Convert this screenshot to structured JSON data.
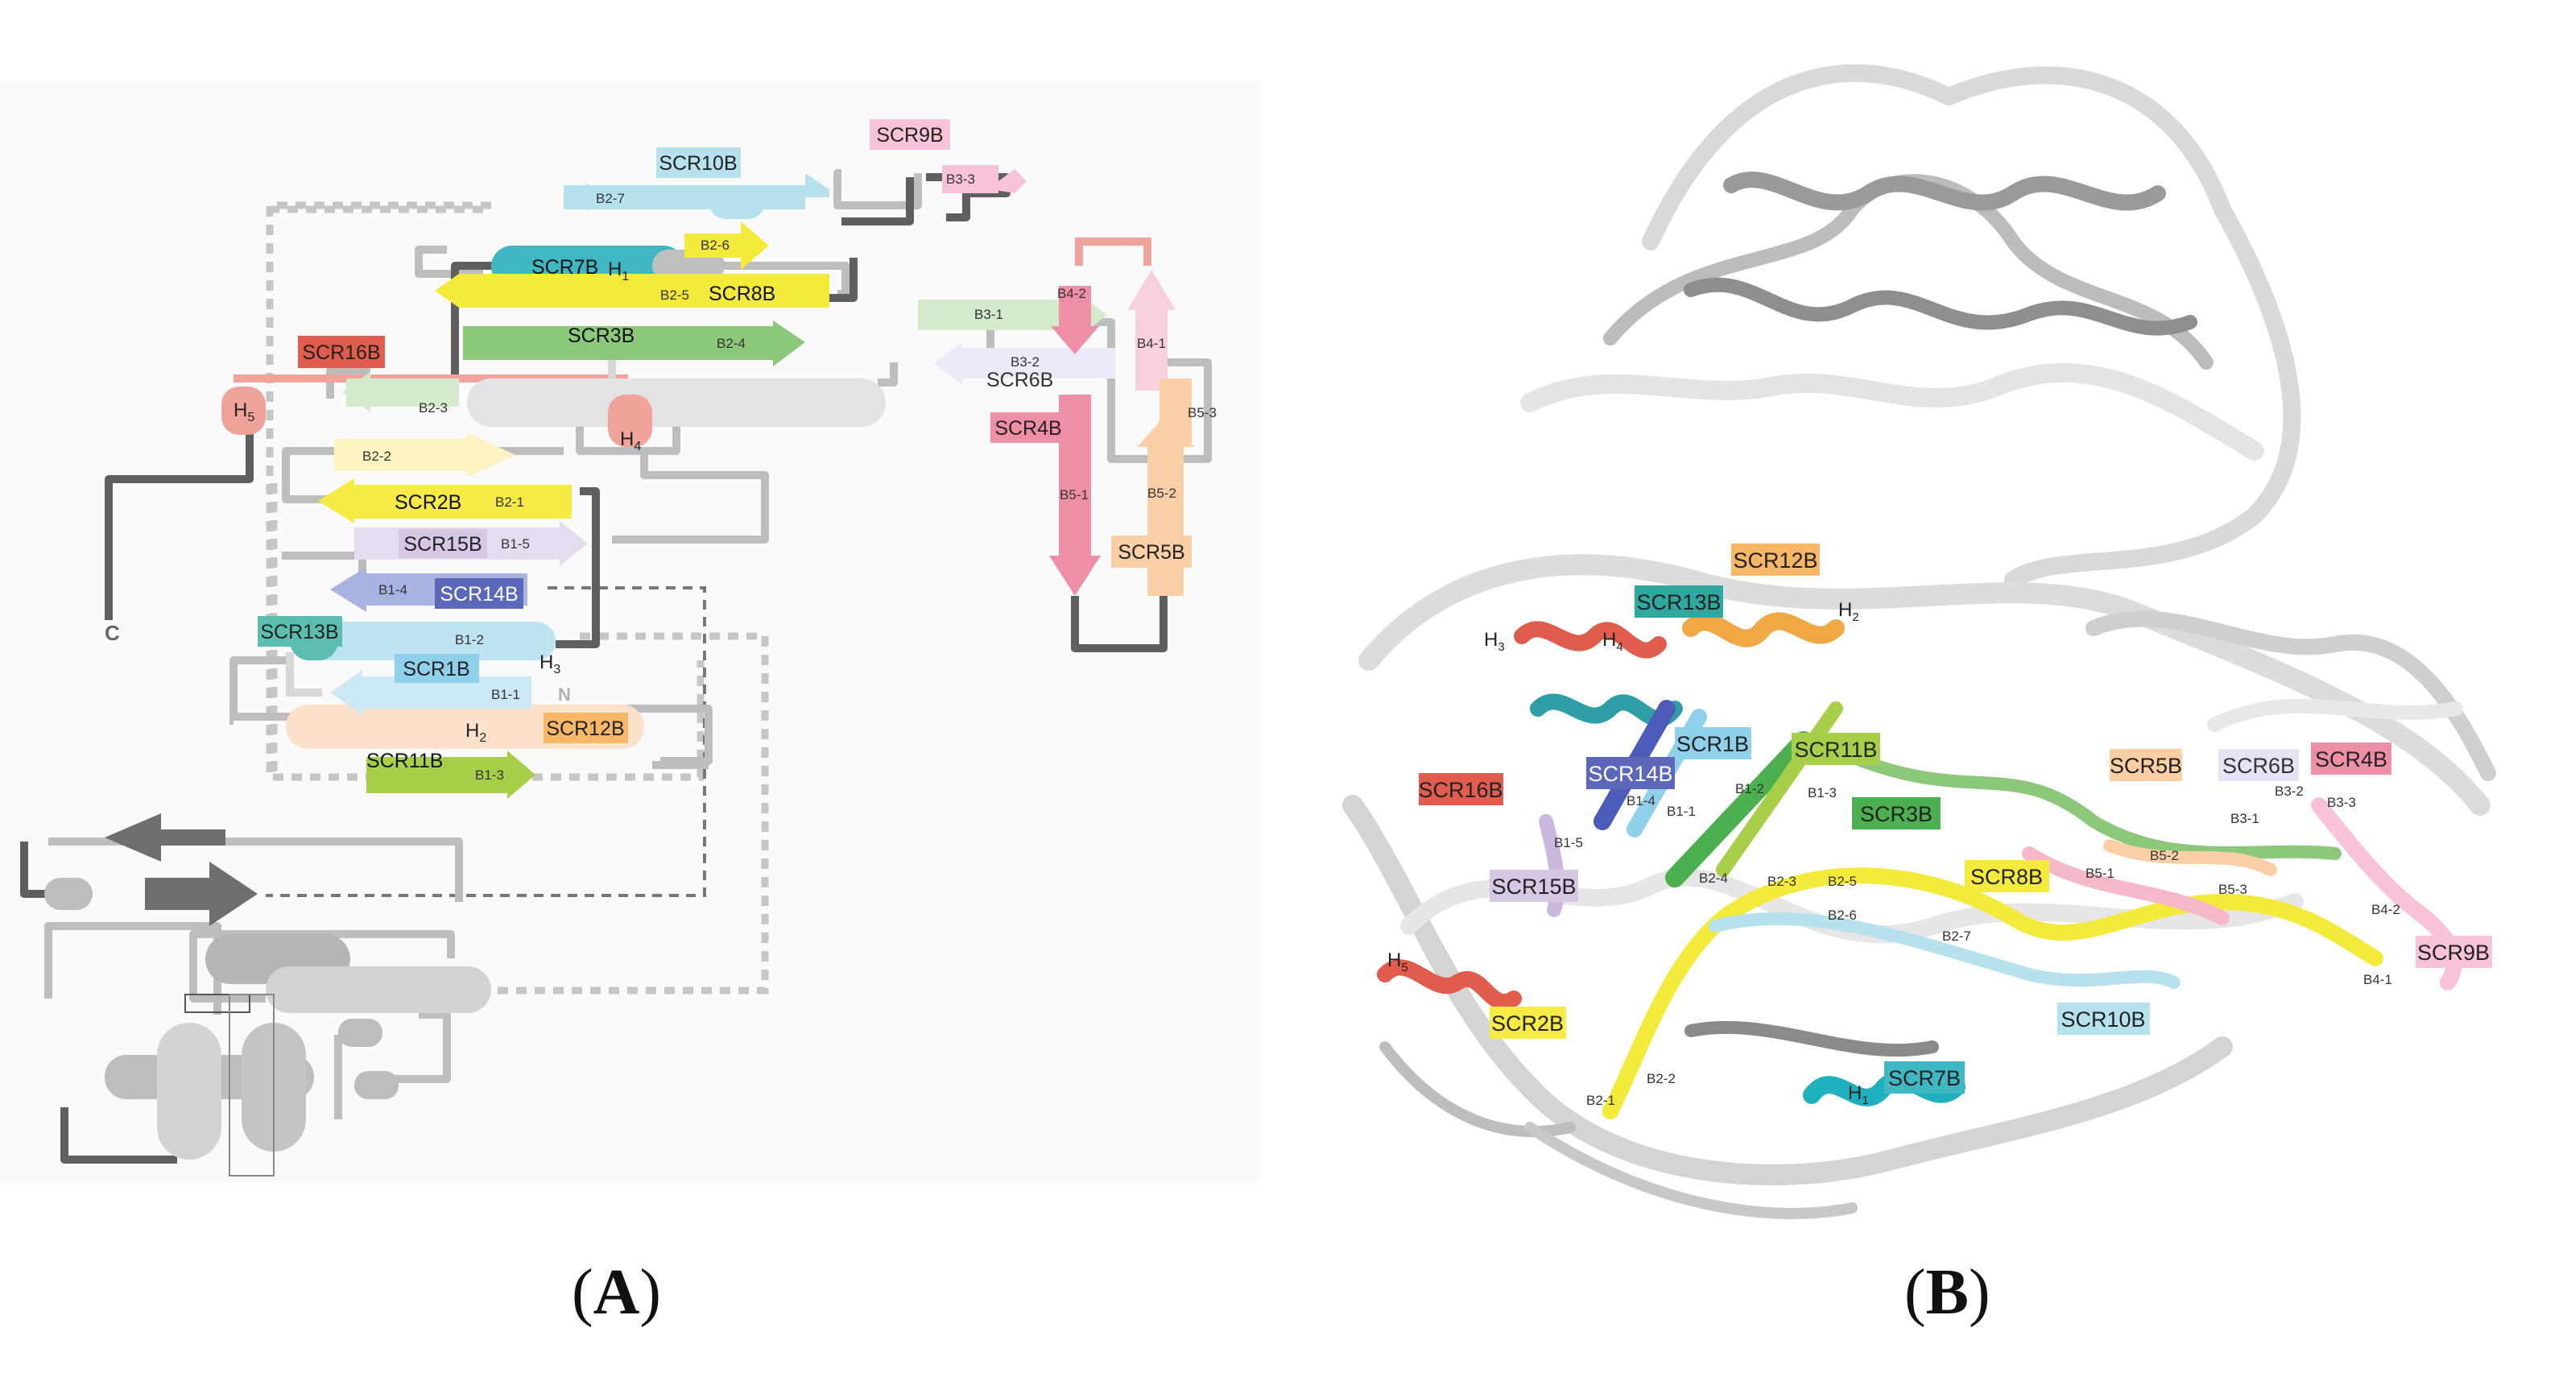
{
  "panels": {
    "a": {
      "caption_open": "(",
      "caption_letter": "A",
      "caption_close": ")",
      "ends": {
        "c_term": "C",
        "n_term": "N"
      },
      "scr_labels": {
        "scr1b": "SCR1B",
        "scr2b": "SCR2B",
        "scr3b": "SCR3B",
        "scr4b": "SCR4B",
        "scr5b": "SCR5B",
        "scr6b": "SCR6B",
        "scr7b": "SCR7B",
        "scr8b": "SCR8B",
        "scr9b": "SCR9B",
        "scr10b": "SCR10B",
        "scr11b": "SCR11B",
        "scr12b": "SCR12B",
        "scr13b": "SCR13B",
        "scr14b": "SCR14B",
        "scr15b": "SCR15B",
        "scr16b": "SCR16B"
      },
      "strand_labels": {
        "b1_1": "B1-1",
        "b1_2": "B1-2",
        "b1_3": "B1-3",
        "b1_4": "B1-4",
        "b1_5": "B1-5",
        "b2_1": "B2-1",
        "b2_2": "B2-2",
        "b2_3": "B2-3",
        "b2_4": "B2-4",
        "b2_5": "B2-5",
        "b2_6": "B2-6",
        "b2_7": "B2-7",
        "b3_1": "B3-1",
        "b3_2": "B3-2",
        "b3_3": "B3-3",
        "b4_1": "B4-1",
        "b4_2": "B4-2",
        "b5_1": "B5-1",
        "b5_2": "B5-2",
        "b5_3": "B5-3"
      },
      "helix_labels": {
        "h1": "H",
        "h3": "H",
        "h4": "H",
        "h5": "H",
        "h2": "H"
      },
      "helix_subs": {
        "h1": "1",
        "h2": "2",
        "h3": "3",
        "h4": "4",
        "h5": "5"
      }
    },
    "b": {
      "caption_open": "(",
      "caption_letter": "B",
      "caption_close": ")",
      "helix_labels": {
        "h1": "H",
        "h2": "H",
        "h3": "H",
        "h4": "H",
        "h5": "H"
      },
      "helix_subs": {
        "h1": "1",
        "h2": "2",
        "h3": "3",
        "h4": "4",
        "h5": "5"
      }
    }
  },
  "colors": {
    "scr1b": "#8fd0ea",
    "scr2b": "#f6ea45",
    "scr3b": "#8cc879",
    "scr4b": "#ef8fa5",
    "scr5b": "#fbcfa5",
    "scr6b": "#e6e4f4",
    "scr7b": "#3fb8c4",
    "scr8b": "#f4ea3c",
    "scr9b": "#f8c2d8",
    "scr10b": "#b6e2ee",
    "scr11b": "#a8cf4a",
    "scr12b": "#f8b766",
    "scr13b": "#5cbdb1",
    "scr14b": "#6f7cc4",
    "scr15b": "#d6c8e4",
    "scr16b": "#e05c4c",
    "helix_red": "#f0a39a",
    "grey_dark": "#6a6a6a",
    "grey_mid": "#a8a8a8",
    "grey_light": "#cfcfcf"
  }
}
